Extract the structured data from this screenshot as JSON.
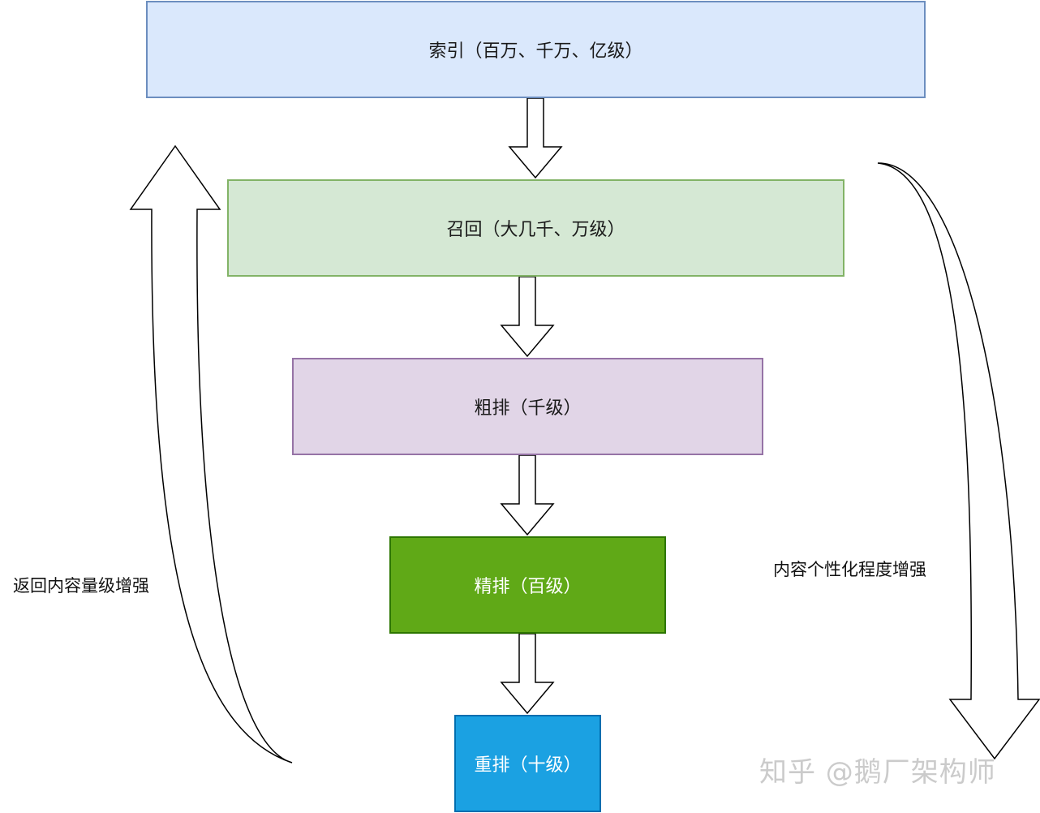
{
  "stages": [
    {
      "id": "index",
      "label": "索引（百万、千万、亿级）",
      "fill": "#dae8fc",
      "stroke": "#6c8ebf"
    },
    {
      "id": "recall",
      "label": "召回（大几千、万级）",
      "fill": "#d5e8d4",
      "stroke": "#82b366"
    },
    {
      "id": "coarse",
      "label": "粗排（千级）",
      "fill": "#e1d5e7",
      "stroke": "#9673a6"
    },
    {
      "id": "fine",
      "label": "精排（百级）",
      "fill": "#60a917",
      "stroke": "#2d7600"
    },
    {
      "id": "rerank",
      "label": "重排（十级）",
      "fill": "#1ba1e2",
      "stroke": "#006eaf"
    }
  ],
  "side_labels": {
    "left": "返回内容量级增强",
    "right": "内容个性化程度增强"
  },
  "watermark": "知乎 @鹅厂架构师"
}
